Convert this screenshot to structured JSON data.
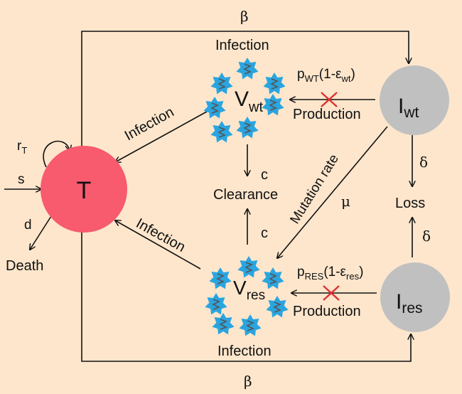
{
  "nodes": {
    "target": {
      "label": "T",
      "color": "#f85a6e"
    },
    "infected_wt": {
      "label": "I",
      "sub": "wt",
      "color": "#c0c0c0"
    },
    "infected_res": {
      "label": "I",
      "sub": "res",
      "color": "#c0c0c0"
    },
    "virus_wt": {
      "label": "V",
      "sub": "wt"
    },
    "virus_res": {
      "label": "V",
      "sub": "res"
    }
  },
  "labels": {
    "beta": "β",
    "infection": "Infection",
    "production": "Production",
    "clearance": "Clearance",
    "c": "c",
    "delta": "δ",
    "loss": "Loss",
    "mutation_rate": "Mutation rate",
    "mu": "μ",
    "death": "Death",
    "d": "d",
    "s": "s",
    "r": "r",
    "r_sub": "T",
    "p": "p",
    "p_wt_sub": "WT",
    "eps_wt_pre": "(1-ε",
    "eps_wt_sub": "wt",
    "p_res_sub": "RES",
    "eps_res_pre": "(1-ε",
    "eps_res_sub": "res",
    "close_paren": ")"
  },
  "colors": {
    "virion": "#2aa5e0",
    "virion_core": "#555555",
    "block_cross": "#e03030",
    "background": "#fde6cc"
  }
}
